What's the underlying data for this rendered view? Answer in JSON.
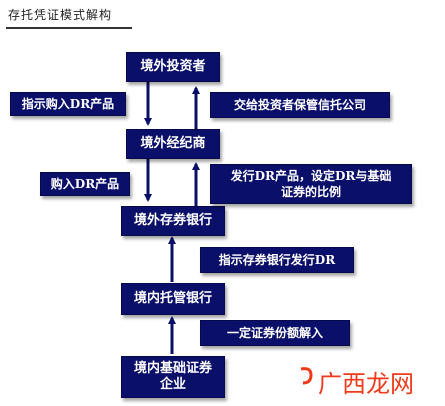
{
  "header": {
    "title": "存托凭证模式解构"
  },
  "nodes": {
    "investor": "境外投资者",
    "broker": "境外经纪商",
    "depositary": "境外存券银行",
    "custodian": "境内托管银行",
    "issuer": "境内基础证券\n企业"
  },
  "labels": {
    "order_dr": "指示购入DR产品",
    "trust": "交给投资者保管信托公司",
    "buy_dr": "购入DR产品",
    "issue_dr": "发行DR产品，设定DR与基础\n证券的比例",
    "instruct_bank": "指示存券银行发行DR",
    "deposit_shares": "一定证券份额解入"
  },
  "watermark": "广西龙网",
  "colors": {
    "box": "#0a0f69",
    "arrow": "#0a0f69",
    "watermark": "#f03a1a"
  }
}
